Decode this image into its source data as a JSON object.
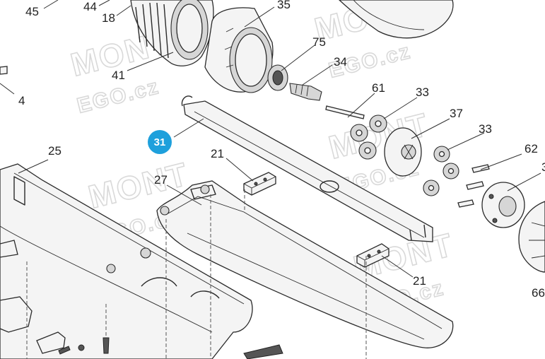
{
  "watermark": {
    "line1": "MONT",
    "line2": "EGO.cz",
    "line2_small": "EGO.cz"
  },
  "highlight": {
    "label": "31",
    "color": "#1ea0dc"
  },
  "labels": {
    "p45": "45",
    "p44": "44",
    "p18": "18",
    "p35": "35",
    "p75": "75",
    "p41": "41",
    "p34": "34",
    "p4": "4",
    "p61": "61",
    "p33a": "33",
    "p37": "37",
    "p33b": "33",
    "p62": "62",
    "p3": "3",
    "p25": "25",
    "p21a": "21",
    "p27": "27",
    "p21b": "21",
    "p66": "66"
  }
}
